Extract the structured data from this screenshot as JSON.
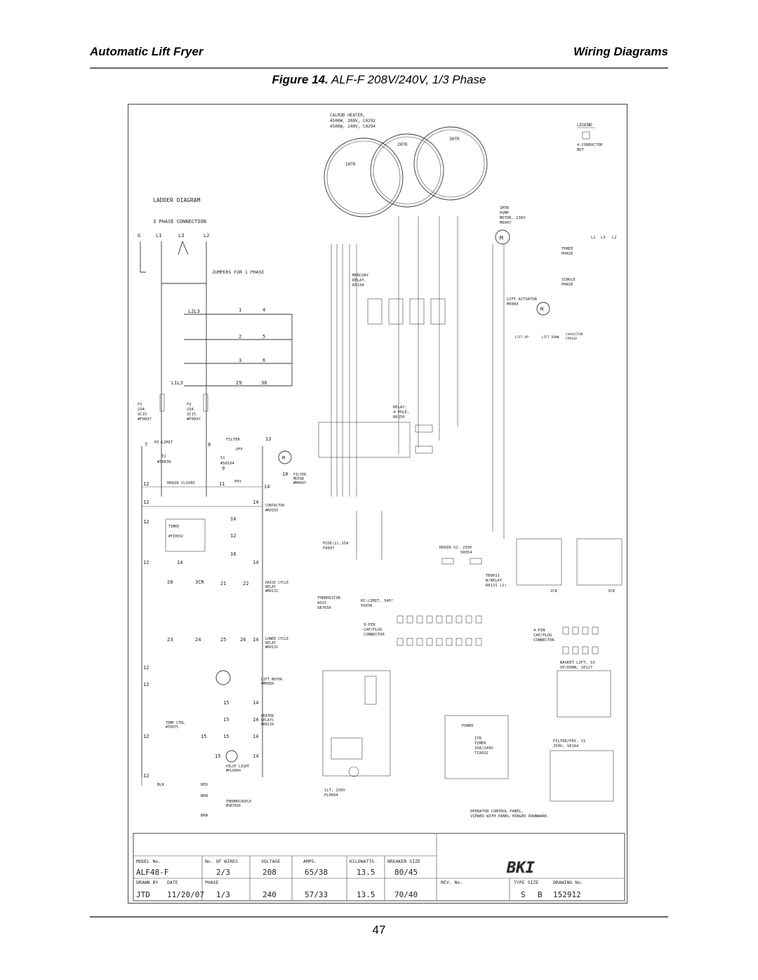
{
  "header": {
    "left": "Automatic Lift Fryer",
    "right": "Wiring Diagrams"
  },
  "figure": {
    "label": "Figure 14.",
    "title": "ALF-F 208V/240V, 1/3 Phase"
  },
  "diagram": {
    "heater_note": [
      "CALROD HEATER,",
      "4500W, 208V, C0292",
      "4500W, 240V, C0294"
    ],
    "heaters": [
      "1HTR",
      "2HTR",
      "3HTR"
    ],
    "legend": {
      "title": "LEGEND",
      "item": "4-CONDUCTOR",
      "item2": "NUT"
    },
    "ladder_title": "LADDER DIAGRAM",
    "phase_title": "3 PHASE CONNECTION",
    "jumpers": "JUMPERS FOR 1 PHASE",
    "lines": [
      "G",
      "L1",
      "L3",
      "L2"
    ],
    "motor_note": [
      "1MTR",
      "PUMP",
      "MOTOR, 230V",
      "M0047"
    ],
    "three_phase": [
      "THREE",
      "PHASE"
    ],
    "single_phase": [
      "SINGLE",
      "PHASE"
    ],
    "mercury_relay": [
      "MERCURY",
      "RELAY,",
      "R0134"
    ],
    "relay_4pole": [
      "RELAY,",
      "4-POLE,",
      "R0150"
    ],
    "lift_actuator": [
      "LIFT ACTUATOR",
      "M0084"
    ],
    "lift_labels": [
      "LIFT UP",
      "LIFT DOWN",
      "CAPACITOR",
      "CP0102"
    ],
    "fuses": {
      "f1": [
        "F1",
        "15A",
        "SC15",
        "#F0097"
      ],
      "f2": [
        "F2",
        "15A",
        "SC15",
        "#F0097"
      ]
    },
    "fuse2": [
      "FUSE(2),15A",
      "F0097"
    ],
    "drain": [
      "DRAIN S2, 250V",
      "50054"
    ],
    "tb": [
      "TB0011",
      "W/RELAY",
      "R0131 (2)"
    ],
    "thermistor": [
      "THERMISTOR",
      "ASSY.",
      "SB7656"
    ],
    "hilimit": [
      "HI-LIMIT, 540°",
      "T0036"
    ],
    "connector9": [
      "9-PIN",
      "CAP/PLUG",
      "CONNECTOR"
    ],
    "connector4": [
      "4-PIN",
      "CAP/PLUG",
      "CONNECTOR"
    ],
    "basket_lift": [
      "BASKET LIFT, S3",
      "UP/DOWN, S0127"
    ],
    "filter_fry": [
      "FILTER/FRY, S1",
      "250V, S0104"
    ],
    "timer": [
      "1TR",
      "TIMER",
      "208/240V",
      "TI0032"
    ],
    "power": "POWER",
    "pilot": [
      "1LT, 250V",
      "PL0004"
    ],
    "operator_note": [
      "OPERATOR CONTROL PANEL,",
      "VIEWED WITH PANEL HINGED DOWNWARD."
    ],
    "ladder_labels": {
      "filter": "FILTER",
      "off": "OFF",
      "fry": "FRY",
      "filter_motor": [
        "FILTER",
        "MOTOR",
        "#M0047"
      ],
      "drain_closed": "DRAIN CLOSED",
      "contactor": [
        "CONTACTOR",
        "#R0150"
      ],
      "raise": [
        "RAISE CYCLE",
        "RELAY",
        "#R0131"
      ],
      "lower": [
        "LOWER CYCLE",
        "RELAY",
        "#R0131"
      ],
      "lift_motor": [
        "LIFT MOTOR",
        "#M0084"
      ],
      "heater_relays": [
        "HEATER",
        "RELAYS",
        "#R0134"
      ],
      "temp_ctrl": [
        "TEMP CTRL",
        "#T0075"
      ],
      "pilot_light": [
        "PILOT LIGHT",
        "#PL0004"
      ],
      "thermocouple": [
        "THERMOCOUPLE",
        "#SB7656"
      ],
      "hi_limit": [
        "HI-LIMIT",
        "T1",
        "#T0036"
      ],
      "timer": [
        "TIMER",
        "#TI0032"
      ],
      "s1": [
        "S1",
        "#S0104"
      ],
      "colors": [
        "BLK",
        "RED",
        "BRN",
        "BRN"
      ]
    },
    "title_block": {
      "headers": [
        "MODEL No.",
        "No. OF WIRES",
        "VOLTAGE",
        "AMPS.",
        "KILOWATTS",
        "BREAKER SIZE"
      ],
      "row1": [
        "ALF48-F",
        "2/3",
        "208",
        "65/38",
        "13.5",
        "80/45"
      ],
      "headers2": [
        "DRAWN BY",
        "DATE",
        "PHASE"
      ],
      "row2": [
        "JTD",
        "11/20/07",
        "1/3",
        "240",
        "57/33",
        "13.5",
        "70/40"
      ],
      "rev": "REV. No.",
      "type_size": "TYPE SIZE",
      "drawing_no": "DRAWING No.",
      "type_val": "S",
      "size_val": "B",
      "drawing_val": "152912",
      "logo": "BKI"
    }
  },
  "page_number": "47"
}
